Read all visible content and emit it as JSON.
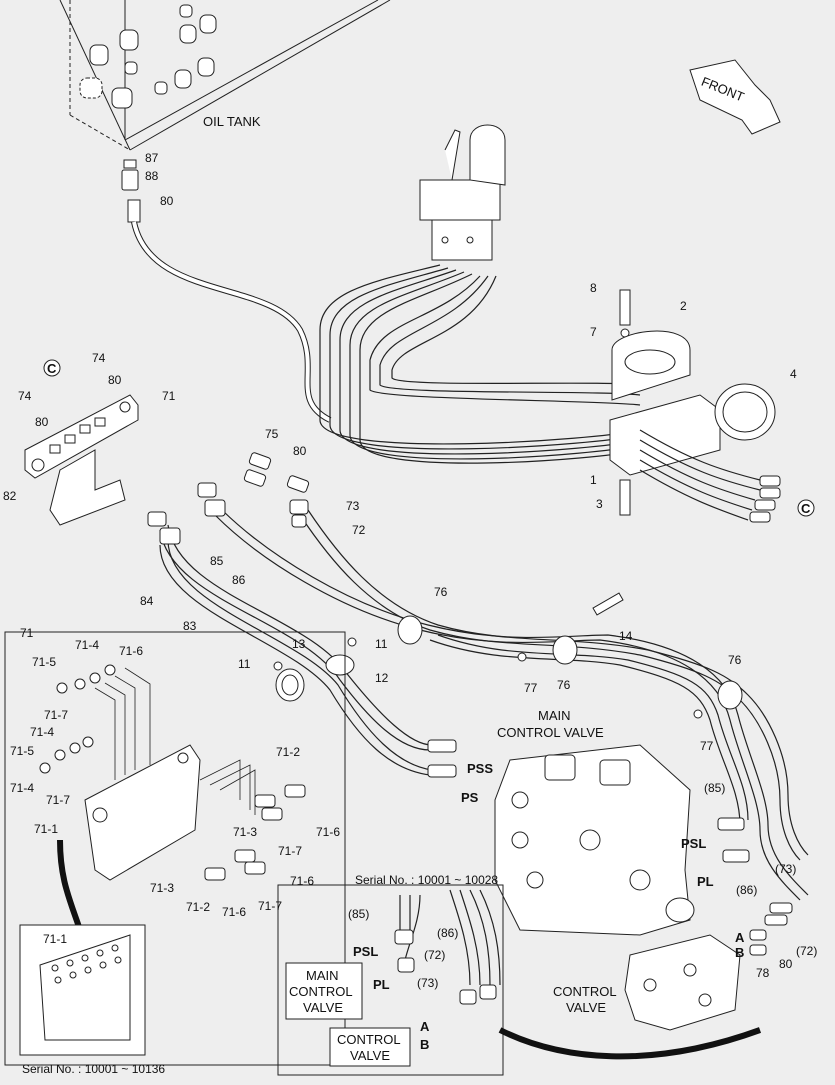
{
  "title_labels": {
    "oil_tank": "OIL TANK",
    "front": "FRONT",
    "main_control_valve_1": "MAIN",
    "main_control_valve_2": "CONTROL VALVE",
    "control_valve_1": "CONTROL",
    "control_valve_2": "VALVE"
  },
  "ports": {
    "pss": "PSS",
    "ps": "PS",
    "psl": "PSL",
    "pl": "PL",
    "a": "A",
    "b": "B",
    "c_top": "C",
    "c_right": "C"
  },
  "part_numbers": {
    "n87": "87",
    "n88": "88",
    "n80a": "80",
    "n8": "8",
    "n7": "7",
    "n2": "2",
    "n4": "4",
    "n1": "1",
    "n3": "3",
    "n74a": "74",
    "n80b": "80",
    "n74b": "74",
    "n80c": "80",
    "n71": "71",
    "n82": "82",
    "n75": "75",
    "n80d": "80",
    "n73": "73",
    "n72": "72",
    "n85": "85",
    "n86": "86",
    "n84": "84",
    "n83": "83",
    "n76a": "76",
    "n14": "14",
    "n11a": "11",
    "n12": "12",
    "n13": "13",
    "n11b": "11",
    "n77a": "77",
    "n76b": "76",
    "n76c": "76",
    "n77b": "77",
    "p85": "(85)",
    "p86": "(86)",
    "p73": "(73)",
    "p72": "(72)",
    "n78": "78",
    "n80e": "80"
  },
  "detail_box": {
    "frame_label": "71",
    "labels": [
      "71-5",
      "71-4",
      "71-6",
      "71-7",
      "71-4",
      "71-5",
      "71-4",
      "71-7",
      "71-1",
      "71-2",
      "71-3",
      "71-6",
      "71-7",
      "71-3",
      "71-2",
      "71-6",
      "71-7",
      "71-6"
    ],
    "serial": "Serial No. : 10001 ~ 10136",
    "inset_label": "71-1"
  },
  "serial_box": {
    "serial": "Serial No. : 10001 ~ 10028",
    "p85": "(85)",
    "p86": "(86)",
    "psl": "PSL",
    "pl": "PL",
    "p72": "(72)",
    "p73": "(73)",
    "a": "A",
    "b": "B",
    "mcv_1": "MAIN",
    "mcv_2": "CONTROL",
    "mcv_3": "VALVE",
    "cv_1": "CONTROL",
    "cv_2": "VALVE"
  }
}
